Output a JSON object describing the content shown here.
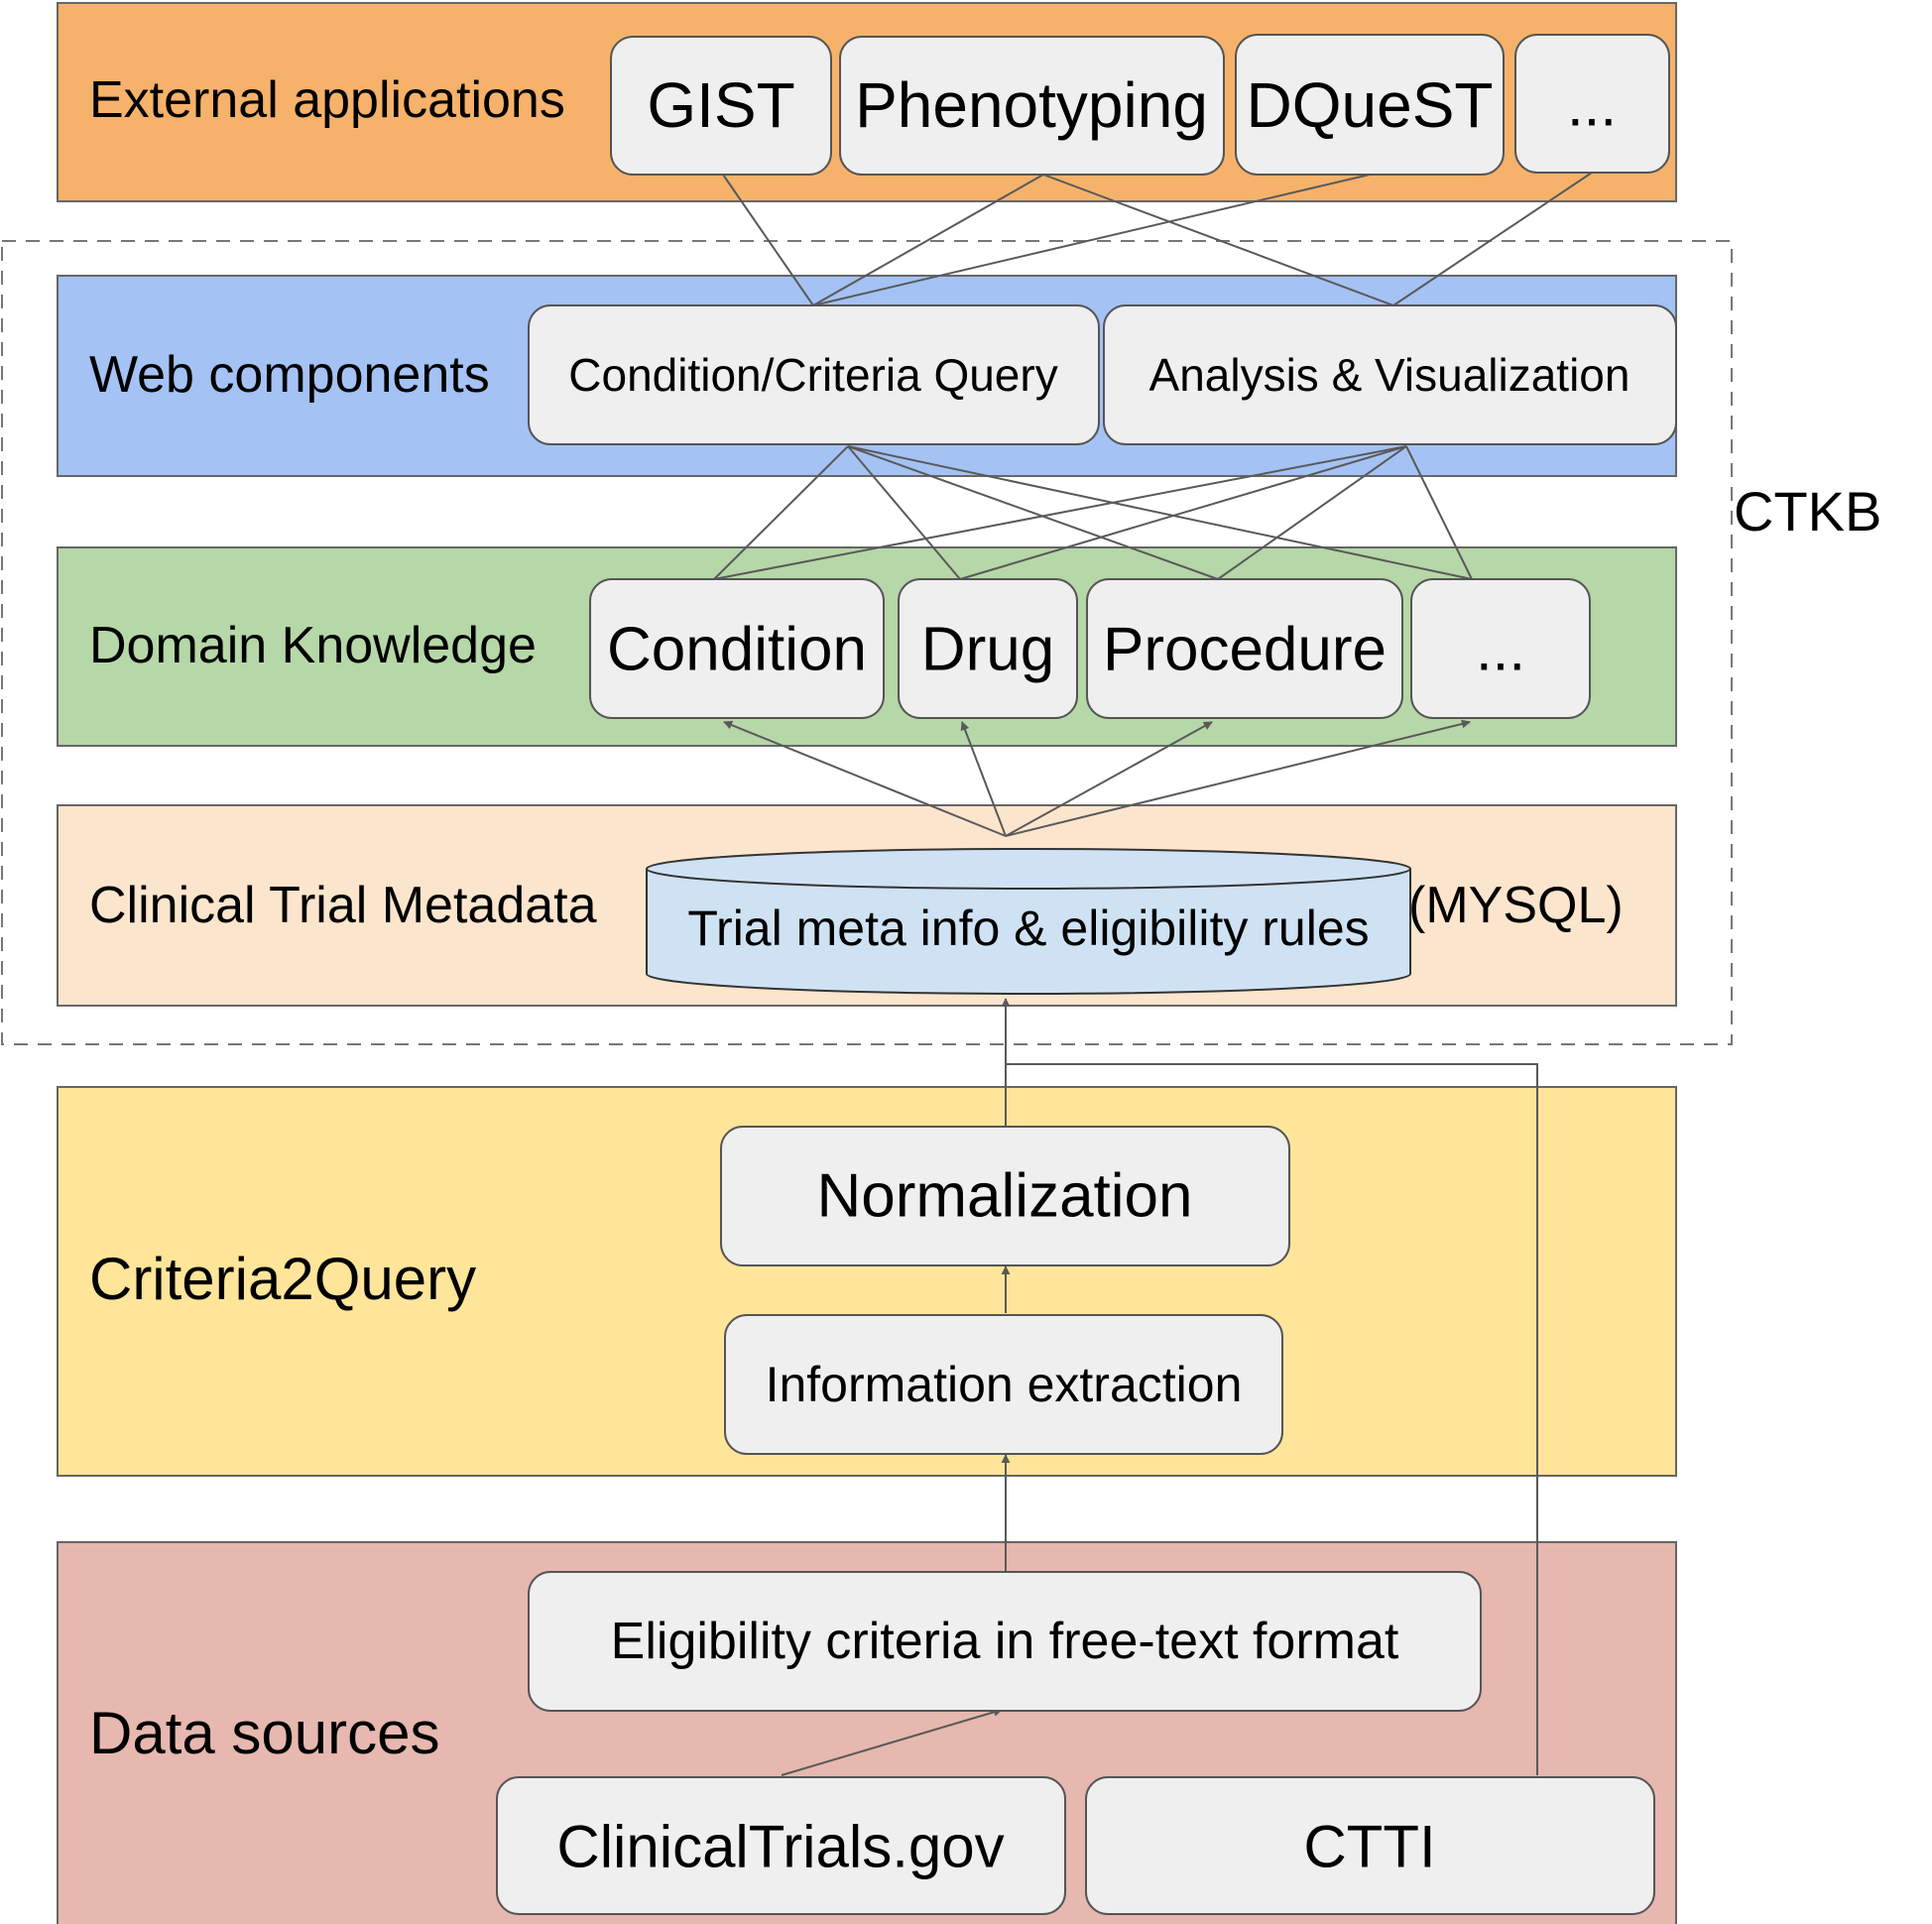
{
  "layers": {
    "external": {
      "label": "External applications",
      "color": "#F6B26B"
    },
    "web": {
      "label": "Web components",
      "color": "#A4C2F4"
    },
    "domain": {
      "label": "Domain Knowledge",
      "color": "#B6D7A8"
    },
    "metadata": {
      "label": "Clinical Trial Metadata",
      "color": "#FCE5CD"
    },
    "c2q": {
      "label": "Criteria2Query",
      "color": "#FFE599"
    },
    "sources": {
      "label": "Data sources",
      "color": "#E6B8AF"
    }
  },
  "nodes": {
    "gist": "GIST",
    "phenotyping": "Phenotyping",
    "dquest": "DQueST",
    "ext_more": "...",
    "condition_query": "Condition/Criteria Query",
    "analysis_vis": "Analysis & Visualization",
    "condition": "Condition",
    "drug": "Drug",
    "procedure": "Procedure",
    "domain_more": "...",
    "database": "Trial meta info & eligibility rules",
    "database_tech": "(MYSQL)",
    "normalization": "Normalization",
    "info_extraction": "Information extraction",
    "eligibility_free_text": "Eligibility criteria in free-text format",
    "clinicaltrials": "ClinicalTrials.gov",
    "ctti": "CTTI"
  },
  "ctkb_label": "CTKB",
  "colors": {
    "node_fill": "#EFEFEF",
    "node_stroke": "#555555",
    "database_fill": "#CFE2F3",
    "edge": "#595959"
  }
}
